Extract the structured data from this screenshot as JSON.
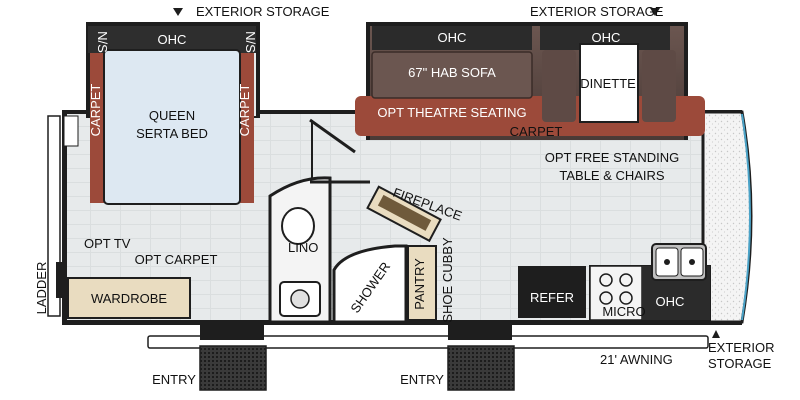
{
  "labels": {
    "exterior_storage_top_left": "EXTERIOR STORAGE",
    "exterior_storage_top_right": "EXTERIOR STORAGE",
    "exterior_storage_bottom_right_1": "EXTERIOR",
    "exterior_storage_bottom_right_2": "STORAGE",
    "ohc_bedroom": "OHC",
    "ns_left": "N/S",
    "ns_right": "N/S",
    "carpet_left": "CARPET",
    "carpet_right": "CARPET",
    "queen_bed_1": "QUEEN",
    "queen_bed_2": "SERTA BED",
    "ohc_sofa": "OHC",
    "sofa": "67\" HAB SOFA",
    "theatre": "OPT THEATRE SEATING",
    "ohc_dinette": "OHC",
    "dinette": "DINETTE",
    "carpet_slide": "CARPET",
    "table_1": "OPT FREE STANDING",
    "table_2": "TABLE & CHAIRS",
    "fireplace": "FIREPLACE",
    "tv": "OPT TV",
    "lino": "LINO",
    "opt_carpet": "OPT CARPET",
    "ladder": "LADDER",
    "wardrobe": "WARDROBE",
    "shower": "SHOWER",
    "pantry": "PANTRY",
    "shoe_cubby": "SHOE CUBBY",
    "refer": "REFER",
    "micro": "MICRO",
    "ohc_kitchen": "OHC",
    "awning": "21' AWNING",
    "entry_left": "ENTRY",
    "entry_right": "ENTRY"
  },
  "colors": {
    "floor": "#e6e9ea",
    "sofa": "#5a4742",
    "carpet": "#9c4a3a",
    "bed": "#dde8f2",
    "dark": "#2b2b2b",
    "tan": "#e9dcc0"
  }
}
